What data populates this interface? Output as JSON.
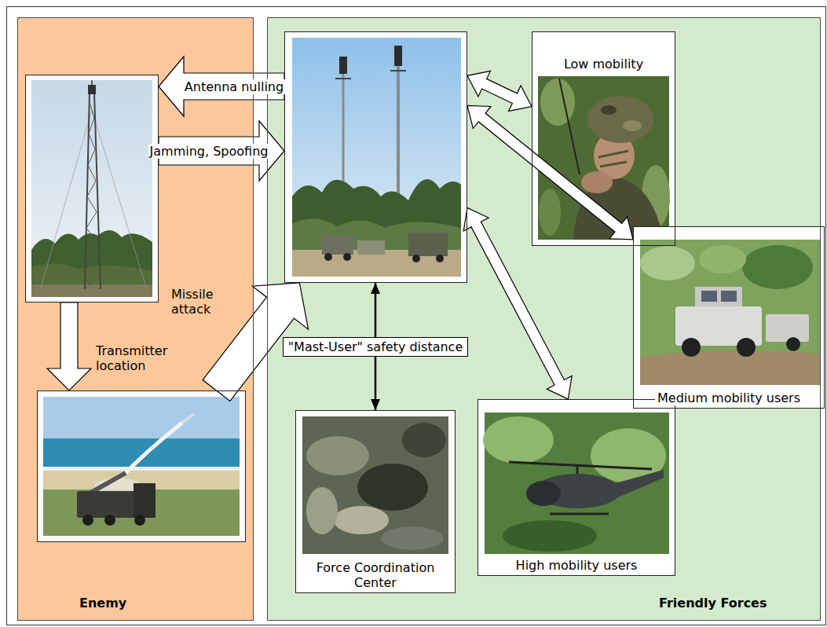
{
  "diagram": {
    "nodes": [
      {
        "text": [
          "Enemy"
        ]
      },
      {
        "text": [],
        "in": 0
      },
      {
        "text": [],
        "in": 0
      },
      {
        "text": [
          "Friendly Forces"
        ]
      },
      {
        "text": [],
        "in": 3
      },
      {
        "text": [
          "Low mobility"
        ],
        "in": 3
      },
      {
        "text": [
          "Medium mobility users"
        ],
        "in": 3
      },
      {
        "text": [
          "Force Coordination Center"
        ],
        "in": 3
      },
      {
        "text": [
          "High mobility users"
        ],
        "in": 3
      }
    ],
    "edges": [
      {
        "from": 4,
        "to": 1,
        "arrow": "to",
        "label": "Antenna nulling"
      },
      {
        "from": 1,
        "to": 4,
        "arrow": "to",
        "label": "Jamming, Spoofing"
      },
      {
        "from": 1,
        "to": 2,
        "arrow": "to",
        "label": "Transmitter location"
      },
      {
        "from": 2,
        "to": 4,
        "arrow": "to",
        "label": "Missile attack"
      },
      {
        "from": 4,
        "to": 7,
        "arrow": "both",
        "label": "\"Mast-User\" safety distance"
      },
      {
        "from": 4,
        "to": 5,
        "arrow": "both"
      },
      {
        "from": 4,
        "to": 6,
        "arrow": "both"
      },
      {
        "from": 4,
        "to": 8,
        "arrow": "both"
      }
    ]
  }
}
